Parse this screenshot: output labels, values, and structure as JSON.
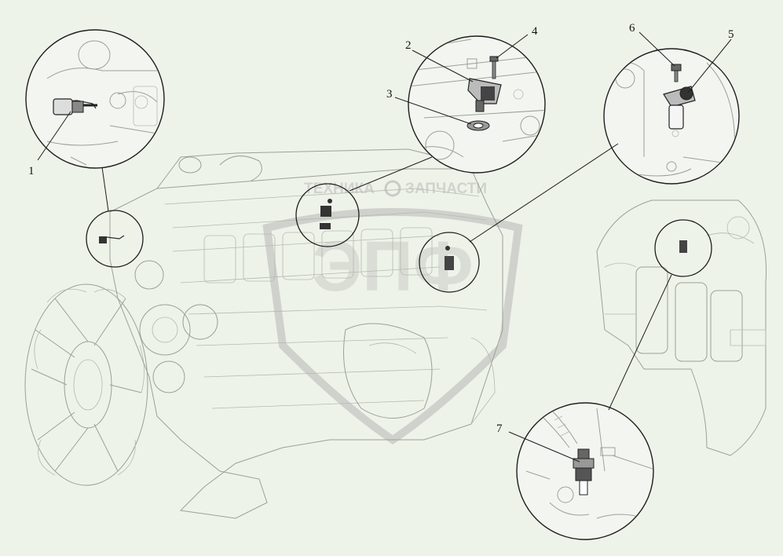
{
  "callouts": [
    {
      "id": "1",
      "label": "1"
    },
    {
      "id": "2",
      "label": "2"
    },
    {
      "id": "3",
      "label": "3"
    },
    {
      "id": "4",
      "label": "4"
    },
    {
      "id": "5",
      "label": "5"
    },
    {
      "id": "6",
      "label": "6"
    },
    {
      "id": "7",
      "label": "7"
    }
  ],
  "watermark": {
    "left_text": "ТЕХНИКА",
    "right_text": "ЗАПЧАСТИ",
    "logo_text": "ЭПФ"
  },
  "colors": {
    "background": "#eef3ea",
    "line_art": "#9aa196",
    "callout_ink": "#1e1e1e",
    "watermark": "#c9ccc6"
  }
}
